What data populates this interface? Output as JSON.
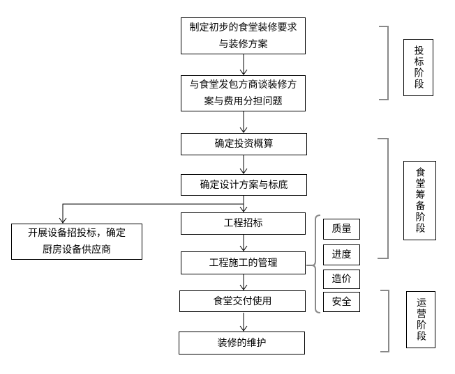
{
  "flow": {
    "step1": "制定初步的食堂装修要求\n与装修方案",
    "step2": "与食堂发包方商谈装修方\n案与费用分担问题",
    "step3": "确定投资概算",
    "step4": "确定设计方案与标底",
    "step5": "工程招标",
    "step6": "工程施工的管理",
    "step7": "食堂交付使用",
    "step8": "装修的维护",
    "side_step": "开展设备招投标，确定\n厨房设备供应商"
  },
  "aspects": [
    "质量",
    "进度",
    "造价",
    "安全"
  ],
  "stages": {
    "bidding": "投标阶段",
    "preparation": "食堂筹备阶段",
    "operation": "运营阶段"
  },
  "colors": {
    "background": "#ffffff",
    "box_border": "#000000",
    "text": "#000000",
    "bracket": "#888888"
  }
}
